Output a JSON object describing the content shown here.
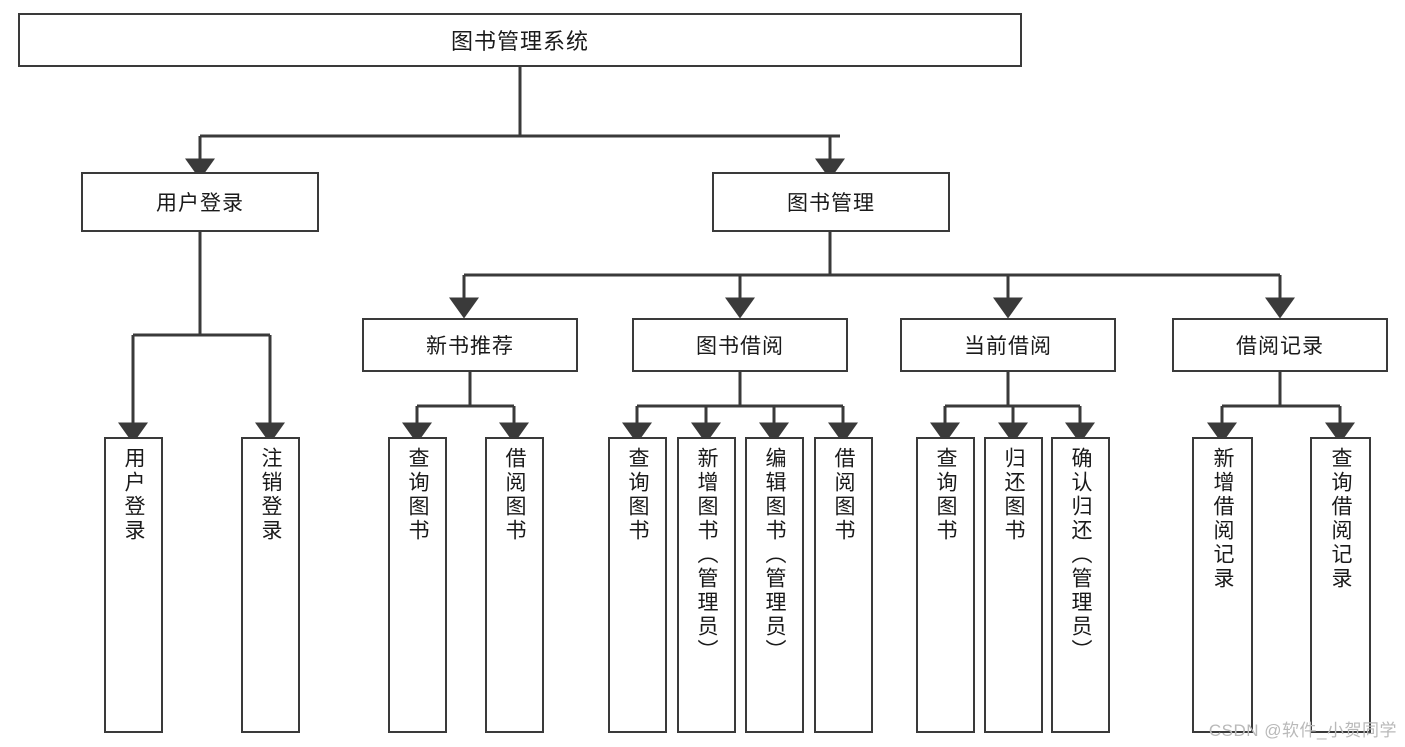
{
  "diagram": {
    "title": "图书管理系统",
    "type": "tree-hierarchy-chart",
    "watermark": "CSDN @软件_小贺同学",
    "colors": {
      "box_border": "#3a3a3a",
      "box_fill": "#ffffff",
      "edge": "#3a3a3a",
      "text": "#1a1a1a",
      "watermark": "#b9b9b9",
      "background": "#ffffff"
    }
  },
  "root": {
    "label": "图书管理系统"
  },
  "level2": [
    {
      "label": "用户登录"
    },
    {
      "label": "图书管理"
    }
  ],
  "level3": [
    {
      "label": "新书推荐"
    },
    {
      "label": "图书借阅"
    },
    {
      "label": "当前借阅"
    },
    {
      "label": "借阅记录"
    }
  ],
  "leaves": {
    "user_login": [
      {
        "label": "用户登录"
      },
      {
        "label": "注销登录"
      }
    ],
    "new_book_recommend": [
      {
        "label": "查询图书"
      },
      {
        "label": "借阅图书"
      }
    ],
    "book_borrow": [
      {
        "label": "查询图书"
      },
      {
        "label": "新增图书（管理员）"
      },
      {
        "label": "编辑图书（管理员）"
      },
      {
        "label": "借阅图书"
      }
    ],
    "current_borrow": [
      {
        "label": "查询图书"
      },
      {
        "label": "归还图书"
      },
      {
        "label": "确认归还（管理员）"
      }
    ],
    "borrow_records": [
      {
        "label": "新增借阅记录"
      },
      {
        "label": "查询借阅记录"
      }
    ]
  }
}
